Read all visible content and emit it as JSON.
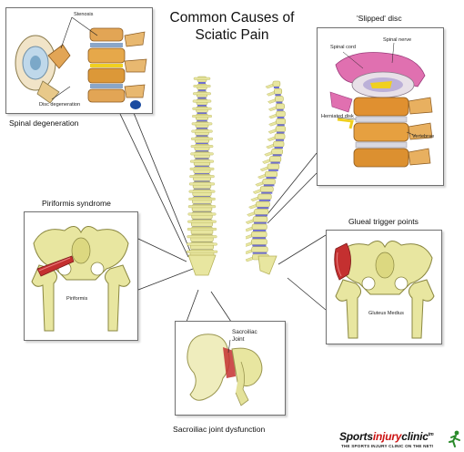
{
  "title": {
    "line1": "Common Causes of",
    "line2": "Sciatic Pain"
  },
  "panels": {
    "spinal_degeneration": {
      "caption": "Spinal degeneration",
      "labels": {
        "stenosis": "Stenosis",
        "disc_degeneration": "Disc degeneration"
      }
    },
    "slipped_disc": {
      "caption": "'Slipped' disc",
      "labels": {
        "spinal_cord": "Spinal cord",
        "spinal_nerve": "Spinal nerve",
        "herniated_disk": "Herniated disk",
        "vertebrae": "Vertebrae"
      }
    },
    "piriformis_syndrome": {
      "caption": "Piriformis syndrome",
      "labels": {
        "piriformis": "Piriformis"
      }
    },
    "gluteal_trigger_points": {
      "caption": "Glueal trigger points",
      "labels": {
        "gluteus_medius": "Gluteus Medius"
      }
    },
    "sacroiliac": {
      "caption": "Sacroiliac joint dysfunction",
      "labels": {
        "joint_line1": "Sacroiliac",
        "joint_line2": "Joint"
      }
    }
  },
  "logo": {
    "part1": "Sports",
    "part2": "injury",
    "part3": "clinic",
    "tm": "tm",
    "tagline": "THE SPORTS INJURY CLINIC ON THE NET!"
  },
  "colors": {
    "bone": "#e8e6a0",
    "bone_dark": "#b6b35a",
    "disc_blue": "#6f6fd0",
    "muscle_red": "#c43030",
    "disc_orange": "#e09030",
    "nerve_yellow": "#f0d020",
    "pink": "#e070b0"
  }
}
